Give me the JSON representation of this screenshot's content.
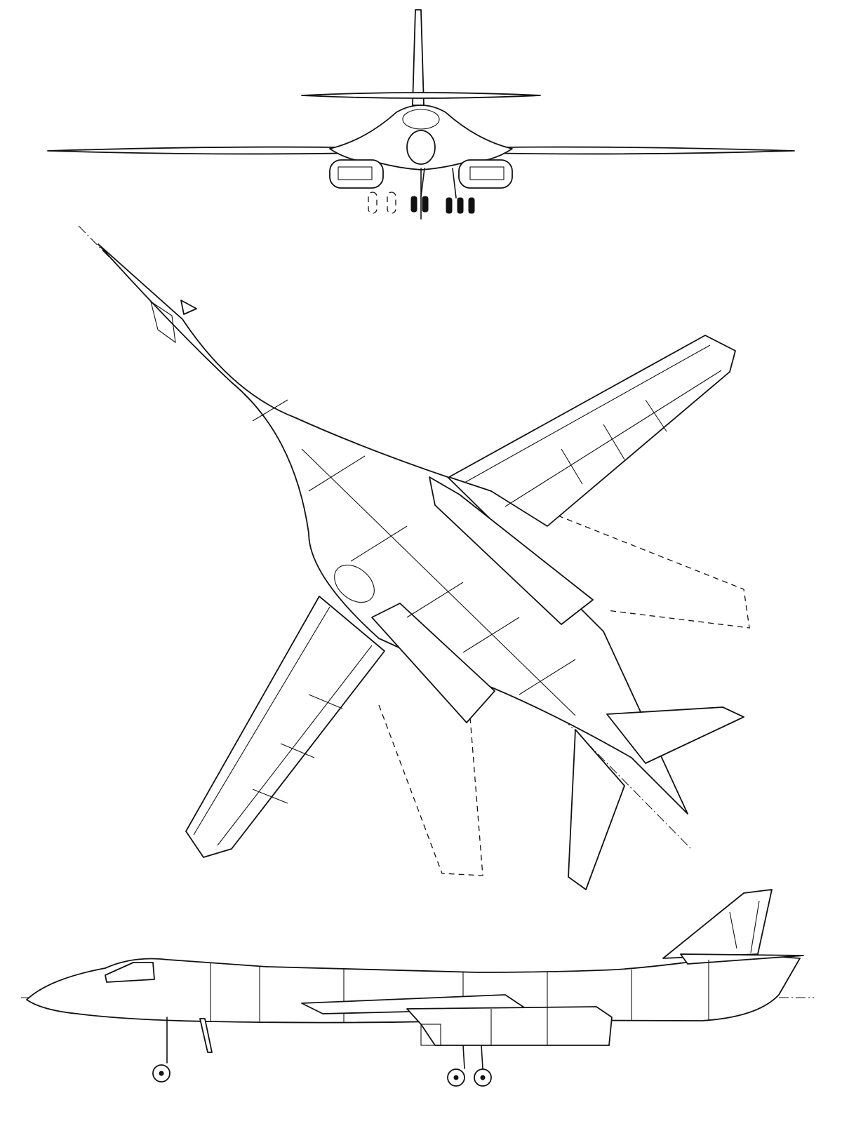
{
  "views": [
    "front",
    "plan",
    "side"
  ],
  "line_color": "#111111",
  "background_color": "#ffffff",
  "plan_view": {
    "wing_positions_shown": [
      "swept",
      "extended-dashed"
    ]
  },
  "front_view": {
    "landing_gear_shown": "extended",
    "retracted_gear_outline": "dashed"
  }
}
